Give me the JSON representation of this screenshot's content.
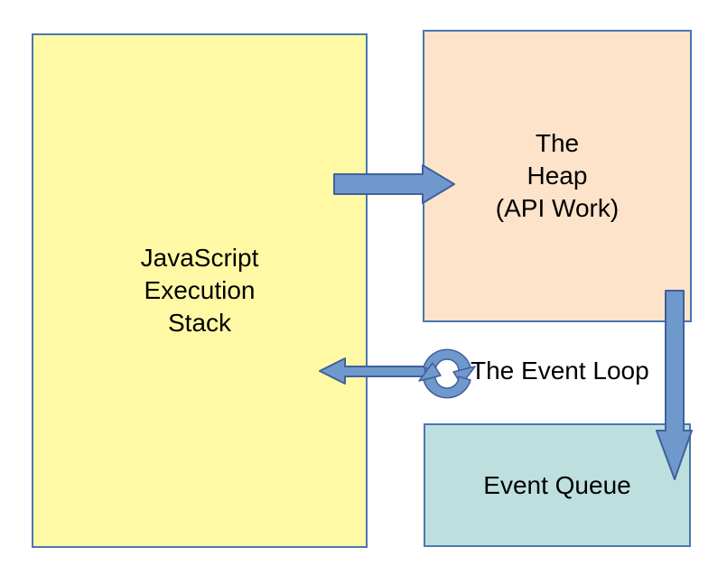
{
  "diagram": {
    "background": "#ffffff",
    "boxes": {
      "execution_stack": {
        "label": "JavaScript\nExecution\nStack",
        "fill": "#fff9a6",
        "border": "#4a77b2"
      },
      "heap": {
        "label": "The\nHeap\n(API Work)",
        "fill": "#fde3c9",
        "border": "#4a77b2"
      },
      "event_queue": {
        "label": "Event Queue",
        "fill": "#bde0df",
        "border": "#4a77b2"
      }
    },
    "event_loop": {
      "label": "The Event Loop"
    },
    "arrows": {
      "fill": "#6f99cc",
      "stroke": "#41609c"
    },
    "text_color": "#000000"
  }
}
